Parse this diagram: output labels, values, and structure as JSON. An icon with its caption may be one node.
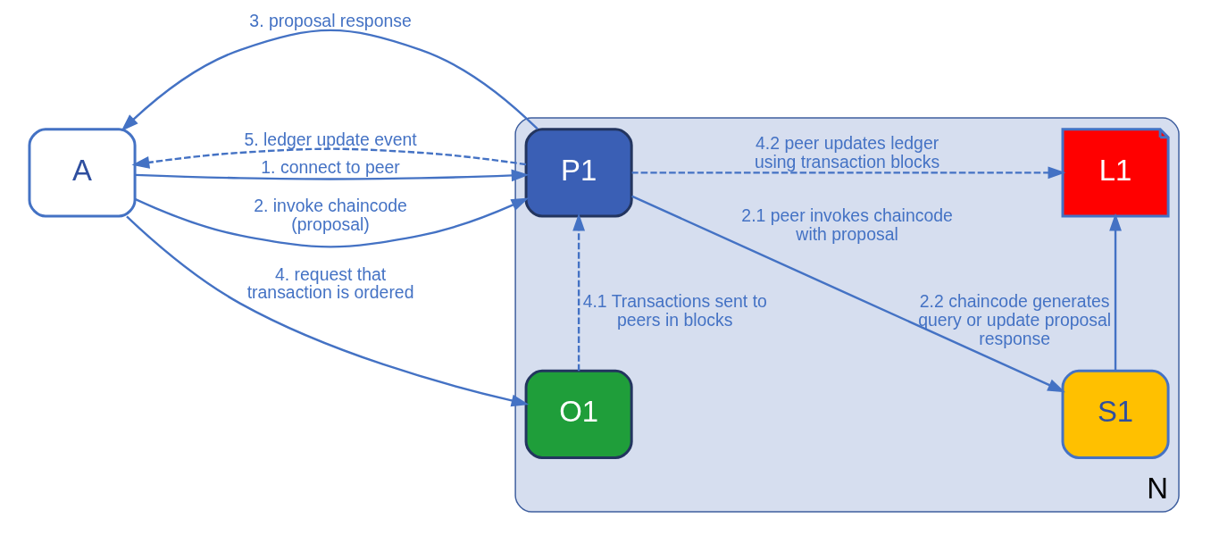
{
  "diagram": {
    "nodes": [
      {
        "text": [
          "N"
        ]
      },
      {
        "text": [
          "A"
        ]
      },
      {
        "text": [
          "P1"
        ],
        "in": 0
      },
      {
        "text": [
          "S1"
        ],
        "in": 0
      },
      {
        "text": [
          "L1"
        ],
        "in": 0
      },
      {
        "text": [
          "O1"
        ],
        "in": 0
      }
    ],
    "edges": [
      {
        "from": 1,
        "to": 2,
        "arrow": "to",
        "label": "1. connect to peer"
      },
      {
        "from": 1,
        "to": 2,
        "arrow": "to",
        "label": "2. invoke chaincode (proposal)"
      },
      {
        "from": 2,
        "to": 1,
        "arrow": "to",
        "label": "3. proposal response"
      },
      {
        "from": 2,
        "to": 1,
        "arrow": "to",
        "label": "5. ledger update event",
        "style": "dashed"
      },
      {
        "from": 1,
        "to": 5,
        "arrow": "to",
        "label": "4. request that transaction is ordered"
      },
      {
        "from": 5,
        "to": 2,
        "arrow": "to",
        "label": "4.1 Transactions sent to peers in blocks",
        "style": "dashed"
      },
      {
        "from": 2,
        "to": 3,
        "arrow": "to",
        "label": "2.1 peer invokes chaincode with proposal"
      },
      {
        "from": 3,
        "to": 4,
        "arrow": "to",
        "label": "2.2 chaincode generates query or update proposal response"
      },
      {
        "from": 2,
        "to": 4,
        "arrow": "to",
        "label": "4.2 peer updates ledger using transaction blocks",
        "style": "dashed"
      }
    ]
  }
}
